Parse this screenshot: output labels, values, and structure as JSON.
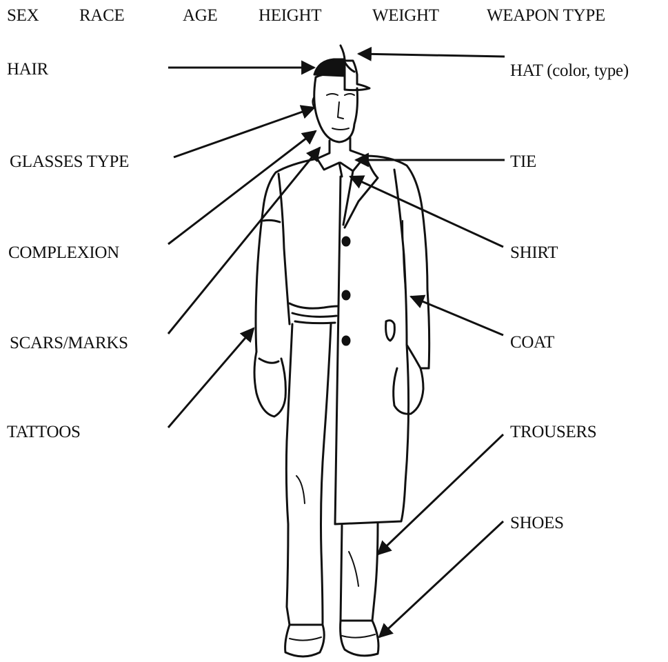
{
  "header_fields": [
    "SEX",
    "RACE",
    "AGE",
    "HEIGHT",
    "WEIGHT",
    "WEAPON TYPE"
  ],
  "labels": {
    "hair": "HAIR",
    "glasses": "GLASSES TYPE",
    "complexion": "COMPLEXION",
    "scars": "SCARS/MARKS",
    "tattoos": "TATTOOS",
    "hat": "HAT (color, type)",
    "tie": "TIE",
    "shirt": "SHIRT",
    "coat": "COAT",
    "trousers": "TROUSERS",
    "shoes": "SHOES"
  },
  "colors": {
    "ink": "#111111",
    "background": "#ffffff"
  }
}
